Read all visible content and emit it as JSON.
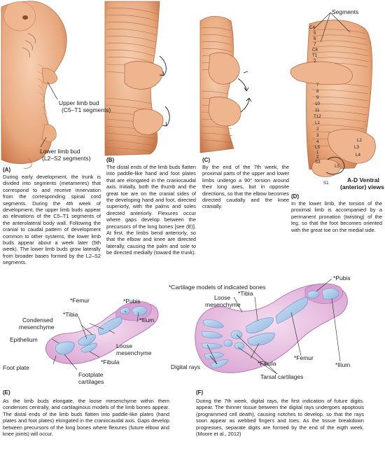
{
  "panels": {
    "A": {
      "letter": "(A)",
      "caption": "During early development, the trunk is divided into segments (metameres) that correspond to and receive innervation from the corresponding spinal cord segments. During the 4th week of development, the upper limb buds appear as elevations of the C5–T1 segments of the anterolateral body wall. Following the cranial to caudal pattern of development common to other systems, the lower limb buds appear about a week later (5th week). The lower limb buds grow laterally from broader bases formed by the L2–S2 segments.",
      "labels": {
        "upper_1": "Upper limb bud",
        "upper_2": "(C5–T1 segments)",
        "lower_1": "Lower limb bud",
        "lower_2": "(L2–S2 segments)"
      }
    },
    "B": {
      "letter": "(B)",
      "caption": "The distal ends of the limb buds flatten into paddle-like hand and foot plates that are elongated in the craniocaudal axis. Initially, both the thumb and the great toe are on the cranial sides of the developing hand and foot, directed superiorly, with the palms and soles directed anteriorly. Flexures occur where gaps develop between the precursors of the long bones [see (E)]. At first, the limbs bend anteriorly, so that the elbow and knee are directed laterally, causing the palm and sole to be directed medially (toward the trunk)."
    },
    "C": {
      "letter": "(C)",
      "caption": "By the end of the 7th week, the proximal parts of the upper and lower limbs undergo a 90° torsion around their long axes, but in opposite directions, so that the elbow becomes directed caudally and the knee cranially."
    },
    "D": {
      "letter": "(D)",
      "caption": "In the lower limb, the torsion of the proximal limb is accompanied by a permanent pronation (twisting) of the leg, so that the foot becomes oriented with the great toe on the medial side.",
      "segments_label": "Segments",
      "views_1": "A-D Ventral",
      "views_2": "(anterior) views",
      "segments": [
        "C4",
        "5",
        "6",
        "7",
        "C8",
        "T1",
        "2",
        "7",
        "8",
        "9",
        "10",
        "11",
        "T12",
        "L1",
        "2",
        "3",
        "4",
        "L5",
        "1",
        "2",
        "S3",
        "L2",
        "L3",
        "L4",
        "L5",
        "S1"
      ]
    },
    "E": {
      "letter": "(E)",
      "caption": "As the limb buds elongate, the loose mesenchyme within them condenses centrally, and cartilaginous models of the limb bones appear. The distal ends of the limb buds flatten into paddle-like plates (hand plates and foot plates) elongated in the craniocaudal axis. Gaps develop between precursors of the long bones where flexures (future elbow and knee joints) will occur.",
      "labels": {
        "femur": "*Femur",
        "pubis": "*Pubis",
        "ilium": "*Ilium",
        "tibia": "*Tibia",
        "condensed_1": "Condensed",
        "condensed_2": "mesenchyme",
        "epithelium": "Epithelium",
        "loose_1": "Loose",
        "loose_2": "mesenchyme",
        "fibula": "*Fibula",
        "foot_plate": "Foot plate",
        "footplate_1": "Footplate",
        "footplate_2": "cartilages"
      }
    },
    "F": {
      "letter": "(F)",
      "caption": "During the 7th week, digital rays, the first indication of future digits, appear. The thinner tissue between the digital rays undergoes apoptosis (programmed cell death), causing notches to develop, so that the rays soon appear as webbed fingers and toes. As the tissue breakdown progresses, separate digits are formed by the end of the eigth week. (Moore et al., 2012)",
      "labels": {
        "note": "*Cartilage models of indicated bones",
        "pubis": "*Pubis",
        "loose_1": "Loose",
        "loose_2": "mesenchyme",
        "tibia": "*Tibia",
        "femur": "*Femur",
        "ilium": "*Ilium",
        "fibula": "*Fibula",
        "digital_rays": "Digital rays",
        "tarsal": "Tarsal cartilages"
      }
    }
  },
  "colors": {
    "skin": "#e8a77c",
    "skin_dark": "#c97a4c",
    "skin_light": "#f6cfb2",
    "mesenchyme": "#e6b8dd",
    "mesenchyme_dark": "#c98cc4",
    "cartilage": "#a9c9ea",
    "cartilage_dark": "#7aa6d4",
    "line": "#333333"
  }
}
